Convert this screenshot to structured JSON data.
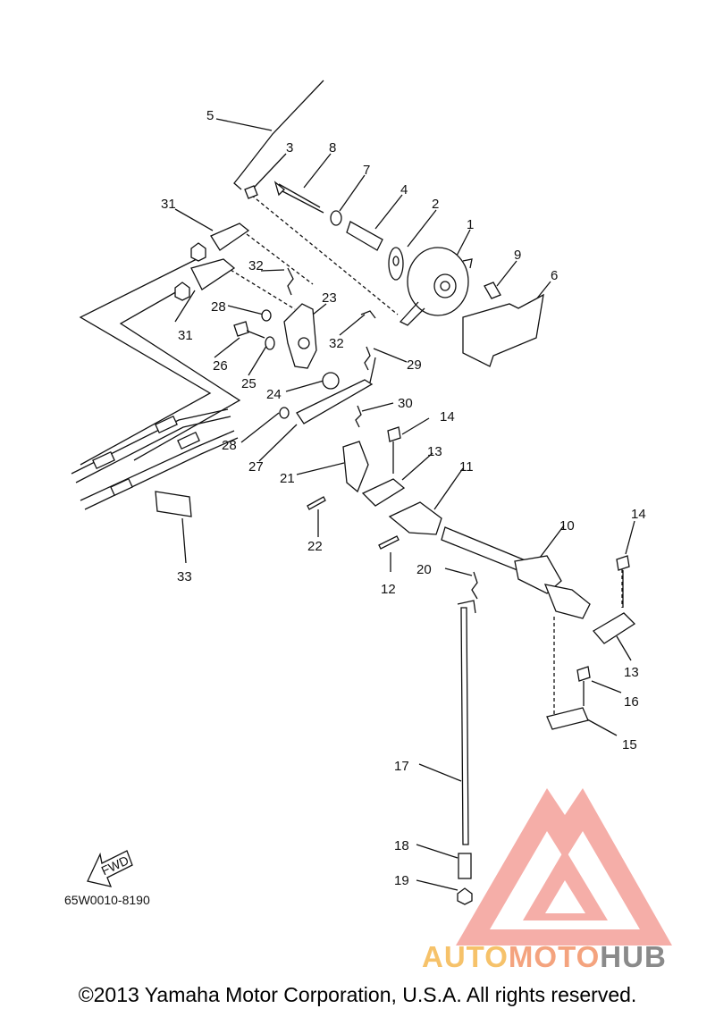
{
  "diagram": {
    "part_labels": [
      "1",
      "2",
      "3",
      "4",
      "5",
      "6",
      "7",
      "8",
      "9",
      "10",
      "11",
      "12",
      "13",
      "13",
      "14",
      "14",
      "15",
      "16",
      "17",
      "18",
      "19",
      "20",
      "21",
      "22",
      "23",
      "24",
      "25",
      "26",
      "27",
      "28",
      "28",
      "29",
      "30",
      "31",
      "31",
      "32",
      "32",
      "33"
    ],
    "drawing_code": "65W0010-8190",
    "fwd_label": "FWD"
  },
  "watermark": {
    "brand_auto": "AUTO",
    "brand_moto": "MOTO",
    "brand_hub": "HUB",
    "color_triangle": "#f4a09a",
    "color_auto": "#f6c26a",
    "color_moto": "#f4a37e",
    "color_hub": "#8a8a8a"
  },
  "copyright": "©2013 Yamaha Motor Corporation, U.S.A. All rights reserved."
}
